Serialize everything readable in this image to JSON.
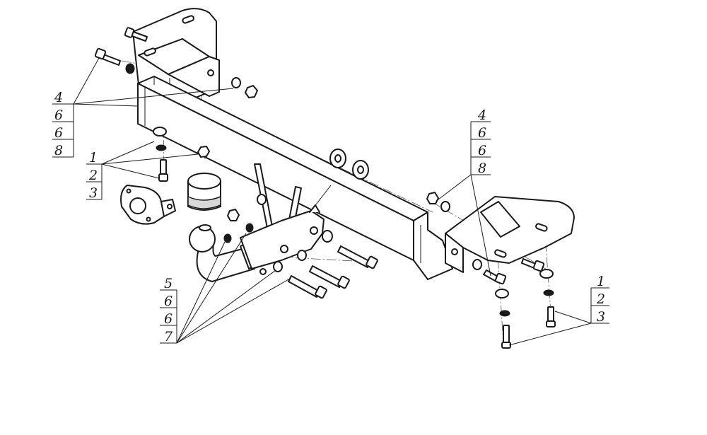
{
  "callouts": [
    {
      "id": "left-upper",
      "labels": [
        "4",
        "6",
        "6",
        "8"
      ]
    },
    {
      "id": "left-lower",
      "labels": [
        "1",
        "2",
        "3"
      ]
    },
    {
      "id": "right-upper",
      "labels": [
        "4",
        "6",
        "6",
        "8"
      ]
    },
    {
      "id": "bottom-left",
      "labels": [
        "5",
        "6",
        "6",
        "7"
      ]
    },
    {
      "id": "right-lower",
      "labels": [
        "1",
        "2",
        "3"
      ]
    }
  ]
}
